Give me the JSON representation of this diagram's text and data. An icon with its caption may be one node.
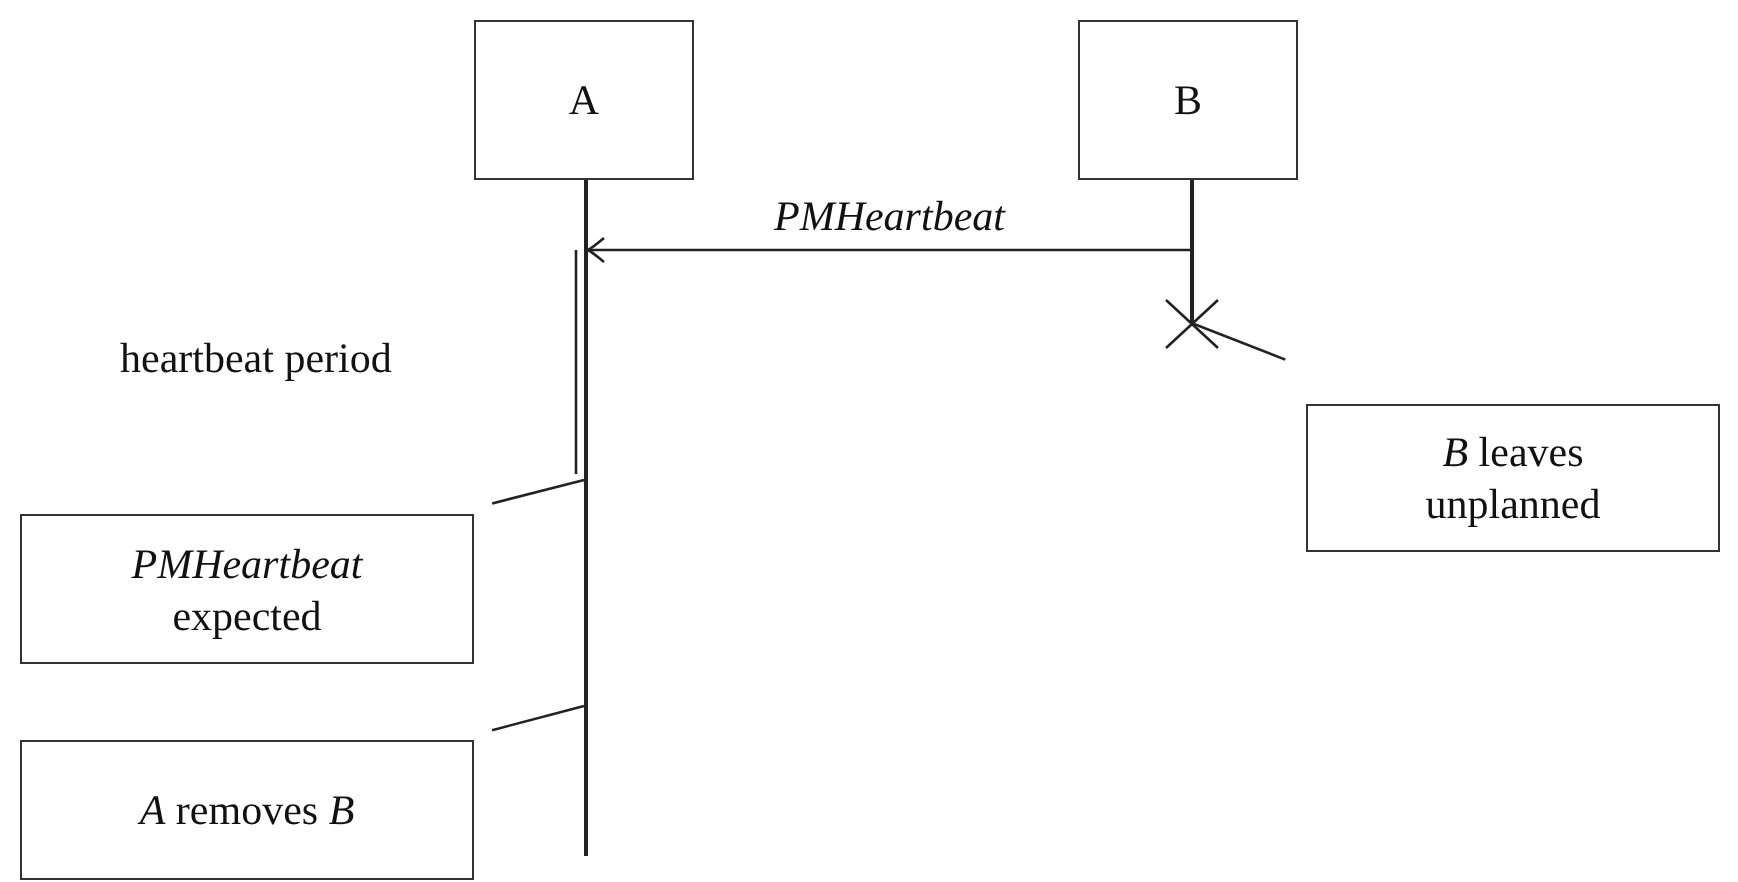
{
  "diagram": {
    "nodes": [
      {
        "text": [
          "A"
        ]
      },
      {
        "text": [
          "B"
        ]
      },
      {
        "text": [
          "*B* leaves unplanned"
        ]
      },
      {
        "text": [
          "*PMHeartbeat* expected"
        ]
      },
      {
        "text": [
          "*A* removes *B*"
        ]
      },
      {
        "text": [],
        "shape": "bar"
      },
      {
        "text": [],
        "shape": "bar"
      }
    ],
    "edges": [
      {
        "from": 6,
        "to": 5,
        "arrow": "to",
        "label": "PMHeartbeat"
      },
      {
        "from": 2,
        "to": 6,
        "arrow": "none"
      },
      {
        "from": 3,
        "to": 5,
        "arrow": "none"
      },
      {
        "from": 4,
        "to": 5,
        "arrow": "none"
      }
    ],
    "labels": [
      "heartbeat period"
    ]
  }
}
